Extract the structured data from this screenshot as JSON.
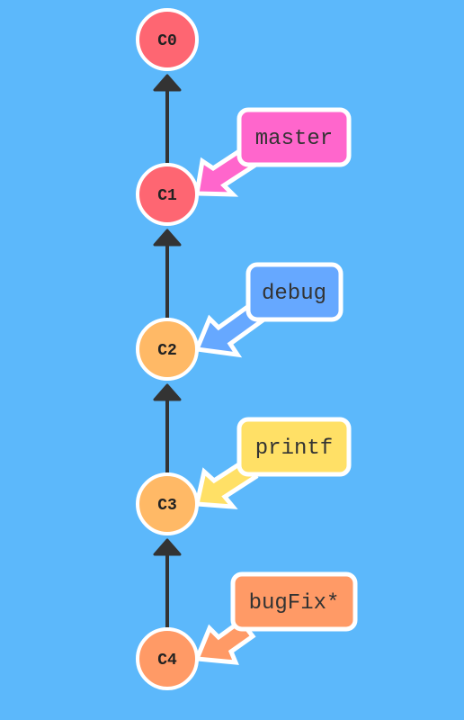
{
  "graph": {
    "commits": [
      {
        "id": "c0",
        "label": "C0",
        "color": "#fe6672"
      },
      {
        "id": "c1",
        "label": "C1",
        "color": "#fe6672"
      },
      {
        "id": "c2",
        "label": "C2",
        "color": "#ffb966"
      },
      {
        "id": "c3",
        "label": "C3",
        "color": "#ffb966"
      },
      {
        "id": "c4",
        "label": "C4",
        "color": "#ff9a66"
      }
    ],
    "parent_links": [
      {
        "from": "C1",
        "to": "C0"
      },
      {
        "from": "C2",
        "to": "C1"
      },
      {
        "from": "C3",
        "to": "C2"
      },
      {
        "from": "C4",
        "to": "C3"
      }
    ],
    "branches": [
      {
        "id": "master",
        "label": "master",
        "target": "C1",
        "color": "#ff66cc"
      },
      {
        "id": "debug",
        "label": "debug",
        "target": "C2",
        "color": "#66a8ff"
      },
      {
        "id": "printf",
        "label": "printf",
        "target": "C3",
        "color": "#ffe066"
      },
      {
        "id": "bugfix",
        "label": "bugFix*",
        "target": "C4",
        "color": "#ff9a66"
      }
    ]
  }
}
